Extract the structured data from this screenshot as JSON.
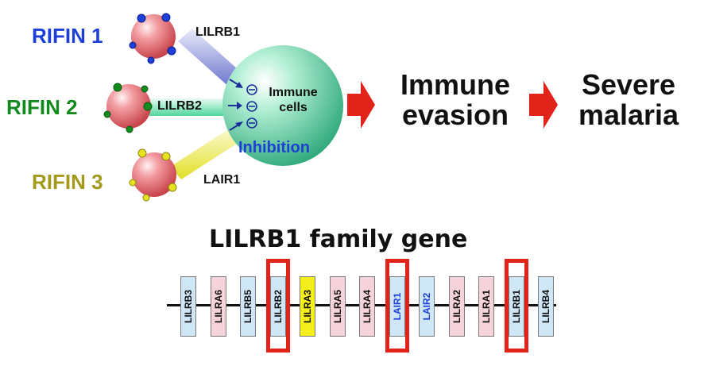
{
  "rifins": [
    {
      "label": "RIFIN 1",
      "color": "#1d3fd8"
    },
    {
      "label": "RIFIN 2",
      "color": "#138a1e"
    },
    {
      "label": "RIFIN 3",
      "color": "#a39a1b"
    }
  ],
  "receptors": [
    "LILRB1",
    "LILRB2",
    "LAIR1"
  ],
  "immune_cell": {
    "line1": "Immune",
    "line2": "cells"
  },
  "inhibition_label": "Inhibition",
  "inhibition_symbol": "⊖",
  "outcomes": [
    {
      "line1": "Immune",
      "line2": "evasion"
    },
    {
      "line1": "Severe",
      "line2": "malaria"
    }
  ],
  "gene_family": {
    "title": "LILRB1 family gene",
    "genes": [
      {
        "name": "LILRB3",
        "fill": "#cfe6f7",
        "text_color": "#111111",
        "highlighted": false
      },
      {
        "name": "LILRA6",
        "fill": "#f6d3da",
        "text_color": "#111111",
        "highlighted": false
      },
      {
        "name": "LILRB5",
        "fill": "#cfe6f7",
        "text_color": "#111111",
        "highlighted": false
      },
      {
        "name": "LILRB2",
        "fill": "#cfe6f7",
        "text_color": "#111111",
        "highlighted": true
      },
      {
        "name": "LILRA3",
        "fill": "#f4ee1c",
        "text_color": "#111111",
        "highlighted": false
      },
      {
        "name": "LILRA5",
        "fill": "#f6d3da",
        "text_color": "#111111",
        "highlighted": false
      },
      {
        "name": "LILRA4",
        "fill": "#f6d3da",
        "text_color": "#111111",
        "highlighted": false
      },
      {
        "name": "LAIR1",
        "fill": "#cfe6f7",
        "text_color": "#1d3fd8",
        "highlighted": true
      },
      {
        "name": "LAIR2",
        "fill": "#cfe6f7",
        "text_color": "#1d3fd8",
        "highlighted": false
      },
      {
        "name": "LILRA2",
        "fill": "#f6d3da",
        "text_color": "#111111",
        "highlighted": false
      },
      {
        "name": "LILRA1",
        "fill": "#f6d3da",
        "text_color": "#111111",
        "highlighted": false
      },
      {
        "name": "LILRB1",
        "fill": "#cfe6f7",
        "text_color": "#111111",
        "highlighted": true
      },
      {
        "name": "LILRB4",
        "fill": "#cfe6f7",
        "text_color": "#111111",
        "highlighted": false
      }
    ]
  },
  "colors": {
    "arrow_red": "#e2231a",
    "immune_cell_green": "#36b88a",
    "parasite_pink": "#e8737a",
    "highlight_red": "#e2231a",
    "lilrb1_stalk": "#5a63c6",
    "lilrb2_stalk": "#5fe0a8",
    "lair1_stalk": "#ecec3c"
  }
}
